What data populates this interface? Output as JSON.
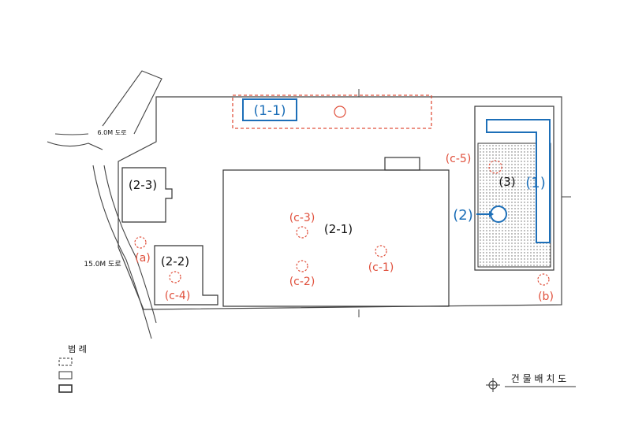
{
  "labels": {
    "zone_1_1": "(1-1)",
    "zone_1": "(1)",
    "zone_2": "(2)",
    "zone_3": "(3)",
    "zone_2_1": "(2-1)",
    "zone_2_2": "(2-2)",
    "zone_2_3": "(2-3)",
    "c1": "(c-1)",
    "c2": "(c-2)",
    "c3": "(c-3)",
    "c4": "(c-4)",
    "c5": "(c-5)",
    "a": "(a)",
    "b": "(b)",
    "road_6m": "6.0M 도로",
    "road_15m": "15.0M 도로",
    "legend_title": "범 례",
    "drawing_title": "건 물 배 치 도"
  },
  "colors": {
    "red_markers": "#e0503c",
    "blue_markers": "#1d6fb8",
    "lines": "#333333"
  }
}
